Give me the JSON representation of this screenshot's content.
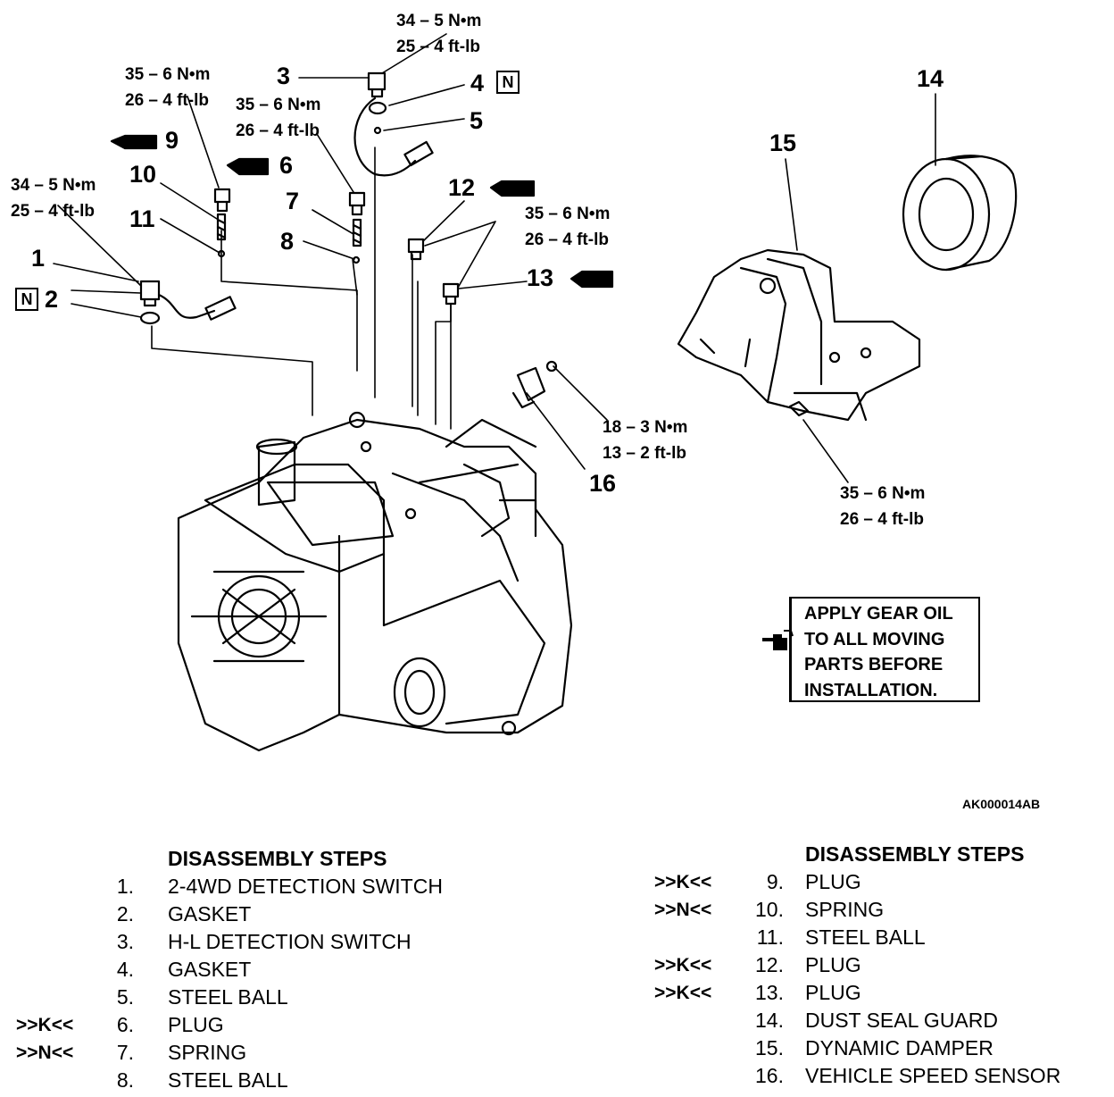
{
  "callouts": {
    "c1": "1",
    "c2": "2",
    "c3": "3",
    "c4": "4",
    "c5": "5",
    "c6": "6",
    "c7": "7",
    "c8": "8",
    "c9": "9",
    "c10": "10",
    "c11": "11",
    "c12": "12",
    "c13": "13",
    "c14": "14",
    "c15": "15",
    "c16": "16"
  },
  "badges": {
    "n_mark": "N"
  },
  "torque": {
    "t_top_nm": "34 – 5 N•m",
    "t_top_ft": "25 – 4 ft-lb",
    "t_9_nm": "35 – 6 N•m",
    "t_9_ft": "26 – 4 ft-lb",
    "t_6_nm": "35 – 6 N•m",
    "t_6_ft": "26 – 4 ft-lb",
    "t_1_nm": "34 – 5 N•m",
    "t_1_ft": "25 – 4 ft-lb",
    "t_12_nm": "35 – 6 N•m",
    "t_12_ft": "26 – 4 ft-lb",
    "t_16_nm": "18 – 3 N•m",
    "t_16_ft": "13 – 2 ft-lb",
    "t_15_nm": "35 – 6 N•m",
    "t_15_ft": "26 – 4 ft-lb"
  },
  "note": {
    "line1": "APPLY GEAR OIL",
    "line2": "TO ALL MOVING",
    "line3": "PARTS BEFORE",
    "line4": "INSTALLATION."
  },
  "figure_code": "AK000014AB",
  "steps_left": {
    "heading": "DISASSEMBLY STEPS",
    "items": [
      {
        "mark": "",
        "num": "1.",
        "text": "2-4WD DETECTION SWITCH"
      },
      {
        "mark": "",
        "num": "2.",
        "text": "GASKET"
      },
      {
        "mark": "",
        "num": "3.",
        "text": "H-L DETECTION SWITCH"
      },
      {
        "mark": "",
        "num": "4.",
        "text": "GASKET"
      },
      {
        "mark": "",
        "num": "5.",
        "text": "STEEL BALL"
      },
      {
        "mark": ">>K<<",
        "num": "6.",
        "text": "PLUG"
      },
      {
        "mark": ">>N<<",
        "num": "7.",
        "text": "SPRING"
      },
      {
        "mark": "",
        "num": "8.",
        "text": "STEEL BALL"
      }
    ]
  },
  "steps_right": {
    "heading": "DISASSEMBLY STEPS",
    "items": [
      {
        "mark": ">>K<<",
        "num": "9.",
        "text": "PLUG"
      },
      {
        "mark": ">>N<<",
        "num": "10.",
        "text": "SPRING"
      },
      {
        "mark": "",
        "num": "11.",
        "text": "STEEL BALL"
      },
      {
        "mark": ">>K<<",
        "num": "12.",
        "text": "PLUG"
      },
      {
        "mark": ">>K<<",
        "num": "13.",
        "text": "PLUG"
      },
      {
        "mark": "",
        "num": "14.",
        "text": "DUST SEAL GUARD"
      },
      {
        "mark": "",
        "num": "15.",
        "text": "DYNAMIC DAMPER"
      },
      {
        "mark": "",
        "num": "16.",
        "text": "VEHICLE SPEED SENSOR"
      }
    ]
  }
}
